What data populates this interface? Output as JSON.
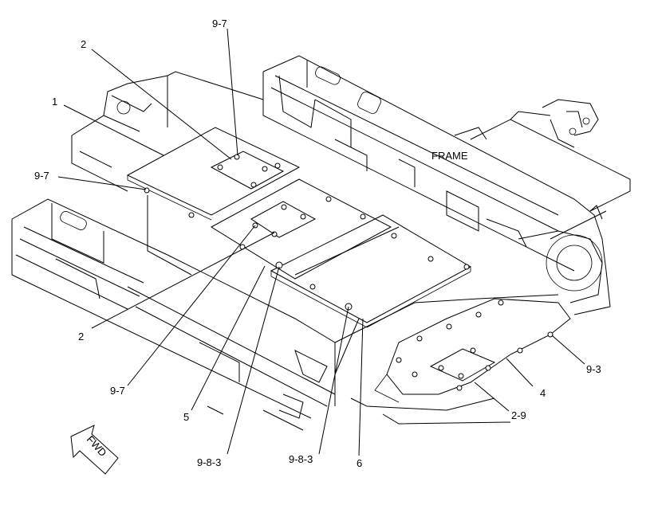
{
  "diagram": {
    "frame_label": "FRAME",
    "fwd_label": "FWD",
    "callouts": {
      "c1": "1",
      "c2_top": "2",
      "c2_bottom": "2",
      "c97_top": "9-7",
      "c97_left": "9-7",
      "c97_bottom": "9-7",
      "c5": "5",
      "c983_a": "9-8-3",
      "c983_b": "9-8-3",
      "c6": "6",
      "c93": "9-3",
      "c4": "4",
      "c29": "2-9"
    }
  },
  "colors": {
    "line": "#000000",
    "background": "#ffffff"
  }
}
